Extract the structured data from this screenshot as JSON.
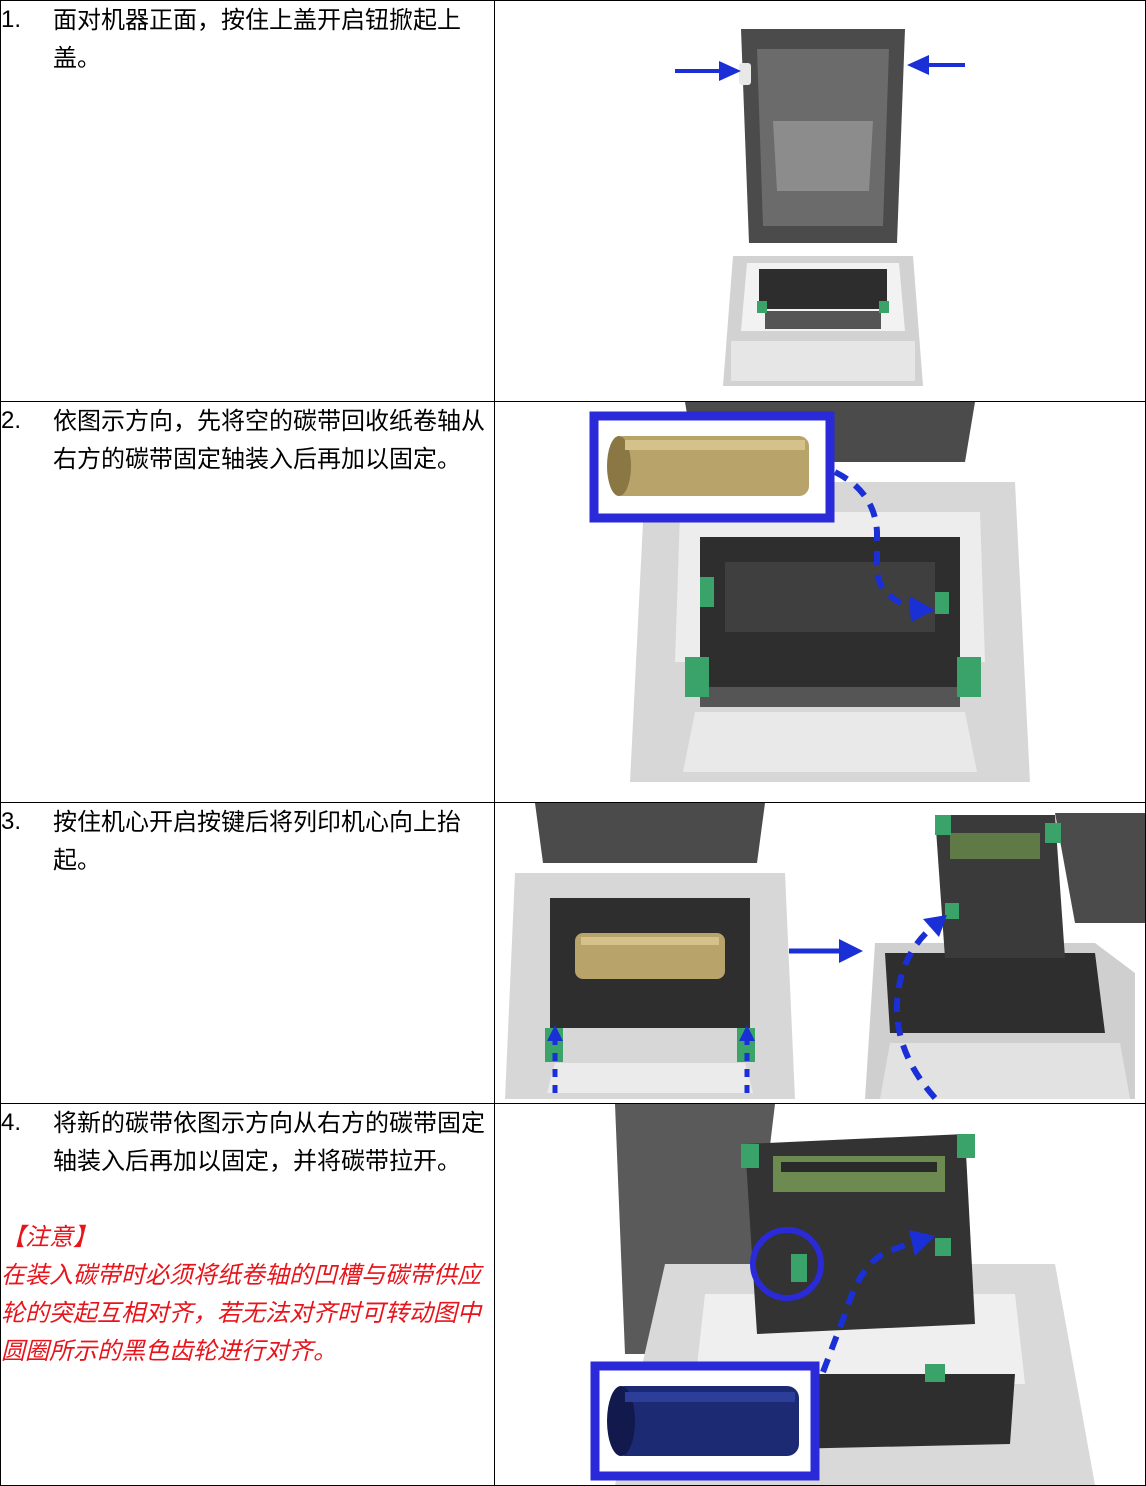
{
  "steps": [
    {
      "num": "1.",
      "text": "面对机器正面，按住上盖开启钮掀起上盖。"
    },
    {
      "num": "2.",
      "text": "依图示方向，先将空的碳带回收纸卷轴从右方的碳带固定轴装入后再加以固定。"
    },
    {
      "num": "3.",
      "text": "按住机心开启按键后将列印机心向上抬起。"
    },
    {
      "num": "4.",
      "text": "将新的碳带依图示方向从右方的碳带固定轴装入后再加以固定，并将碳带拉开。"
    }
  ],
  "note": {
    "title": "【注意】",
    "body": "在装入碳带时必须将纸卷轴的凹槽与碳带供应轮的突起互相对齐，若无法对齐时可转动图中圆圈所示的黑色齿轮进行对齐。"
  },
  "colors": {
    "note": "#e8141b",
    "arrow": "#1a2fd6",
    "highlight": "#2a2ad8"
  }
}
